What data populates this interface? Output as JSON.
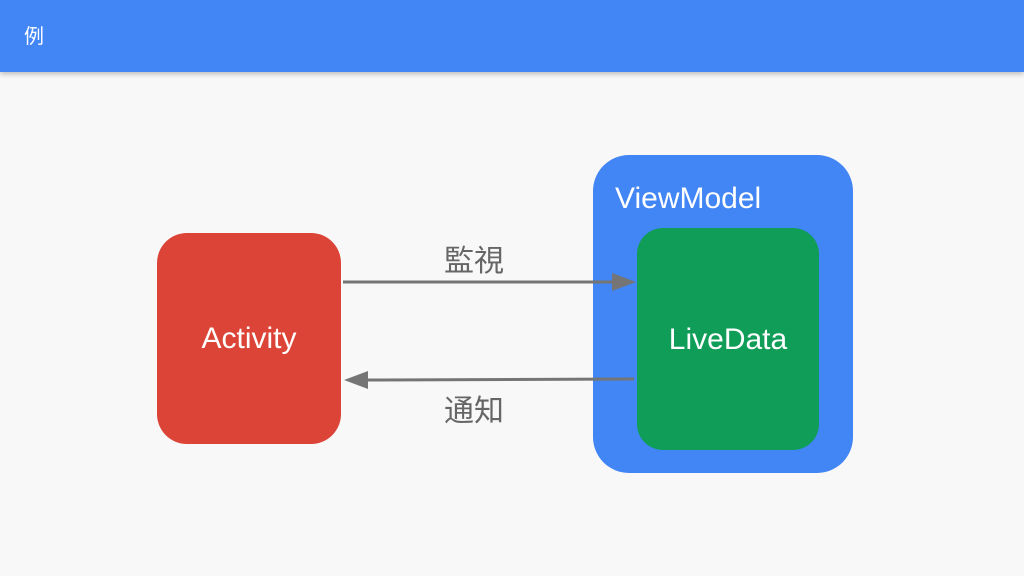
{
  "header": {
    "title": "例"
  },
  "diagram": {
    "nodes": {
      "activity": {
        "label": "Activity",
        "color": "#db4437"
      },
      "viewmodel": {
        "label": "ViewModel",
        "color": "#4285f4"
      },
      "livedata": {
        "label": "LiveData",
        "color": "#0f9d58"
      }
    },
    "edges": {
      "observe": {
        "label": "監視",
        "from": "Activity",
        "to": "LiveData"
      },
      "notify": {
        "label": "通知",
        "from": "LiveData",
        "to": "Activity"
      }
    },
    "arrow_color": "#757575"
  }
}
